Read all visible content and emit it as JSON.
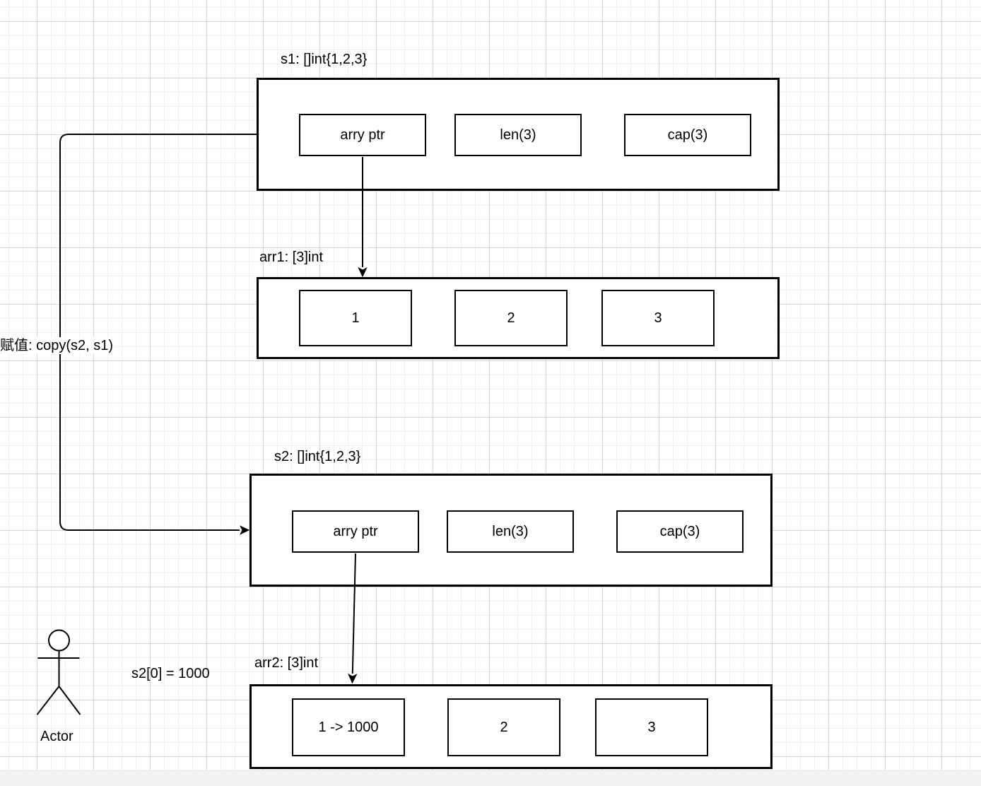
{
  "shapes": {
    "s1": {
      "title": "s1: []int{1,2,3}",
      "cells": [
        "arry ptr",
        "len(3)",
        "cap(3)"
      ]
    },
    "arr1": {
      "title": "arr1: [3]int",
      "cells": [
        "1",
        "2",
        "3"
      ]
    },
    "s2": {
      "title": "s2: []int{1,2,3}",
      "cells": [
        "arry ptr",
        "len(3)",
        "cap(3)"
      ]
    },
    "arr2": {
      "title": "arr2: [3]int",
      "cells": [
        "1 -> 1000",
        "2",
        "3"
      ]
    }
  },
  "labels": {
    "copy_edge": "赋值: copy(s2, s1)",
    "assignment": "s2[0] = 1000",
    "actor": "Actor"
  },
  "colors": {
    "shape_border": "#000000",
    "shape_fill": "#ffffff",
    "grid_minor": "#f0f0f1",
    "grid_major": "#d7d7d7",
    "canvas_background": "#ffffff",
    "footer_strip": "#f3f3f4",
    "text": "#000000"
  }
}
